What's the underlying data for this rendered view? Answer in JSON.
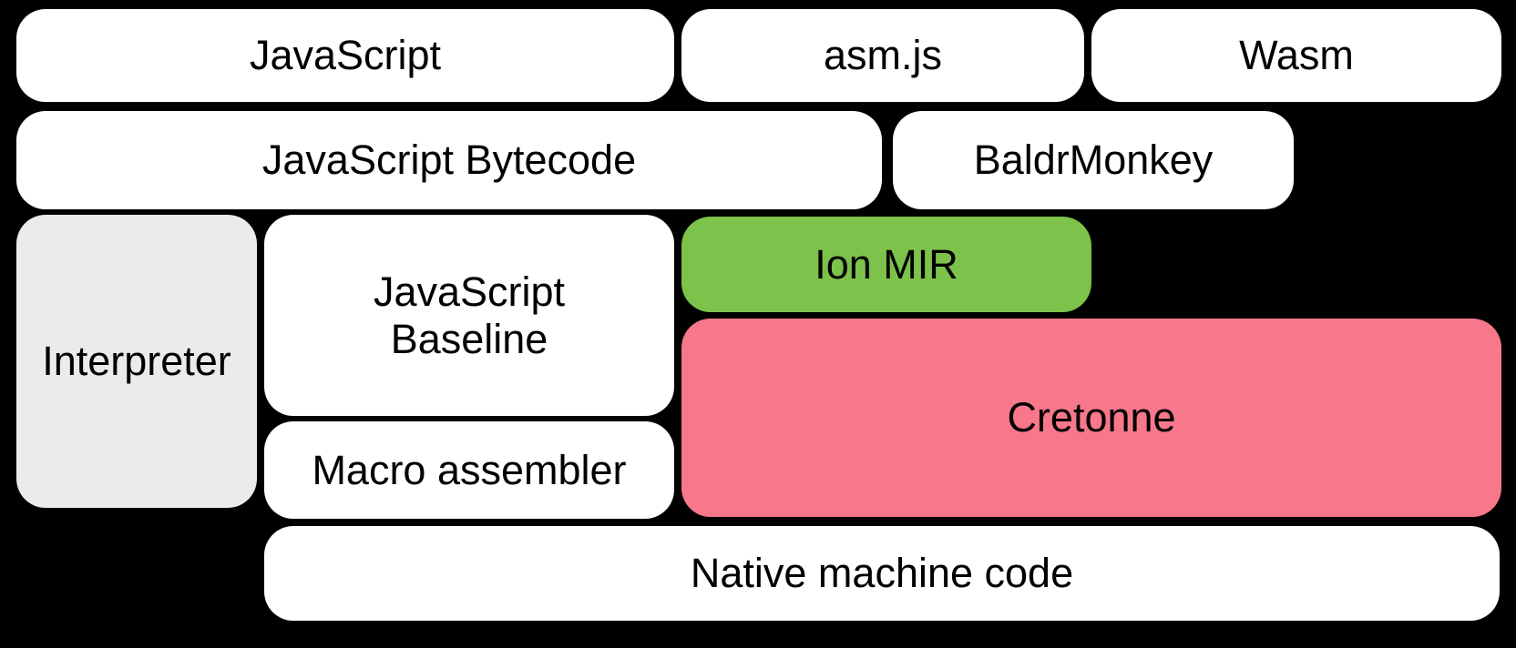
{
  "canvas": {
    "background": "#000000",
    "text_color": "#000000",
    "box_default_fill": "#FFFFFF"
  },
  "nodes": {
    "javascript": {
      "label": "JavaScript",
      "fill": "#FFFFFF"
    },
    "asmjs": {
      "label": "asm.js",
      "fill": "#FFFFFF"
    },
    "wasm": {
      "label": "Wasm",
      "fill": "#FFFFFF"
    },
    "bytecode": {
      "label": "JavaScript Bytecode",
      "fill": "#FFFFFF"
    },
    "baldrmonkey": {
      "label": "BaldrMonkey",
      "fill": "#FFFFFF"
    },
    "interpreter": {
      "label": "Interpreter",
      "fill": "#EBEBEB"
    },
    "baseline": {
      "label": "JavaScript Baseline",
      "fill": "#FFFFFF"
    },
    "ion_mir": {
      "label": "Ion MIR",
      "fill": "#7DC24A"
    },
    "cretonne": {
      "label": "Cretonne",
      "fill": "#F7788A"
    },
    "macro_assembler": {
      "label": "Macro assembler",
      "fill": "#FFFFFF"
    },
    "native": {
      "label": "Native machine code",
      "fill": "#FFFFFF"
    }
  }
}
